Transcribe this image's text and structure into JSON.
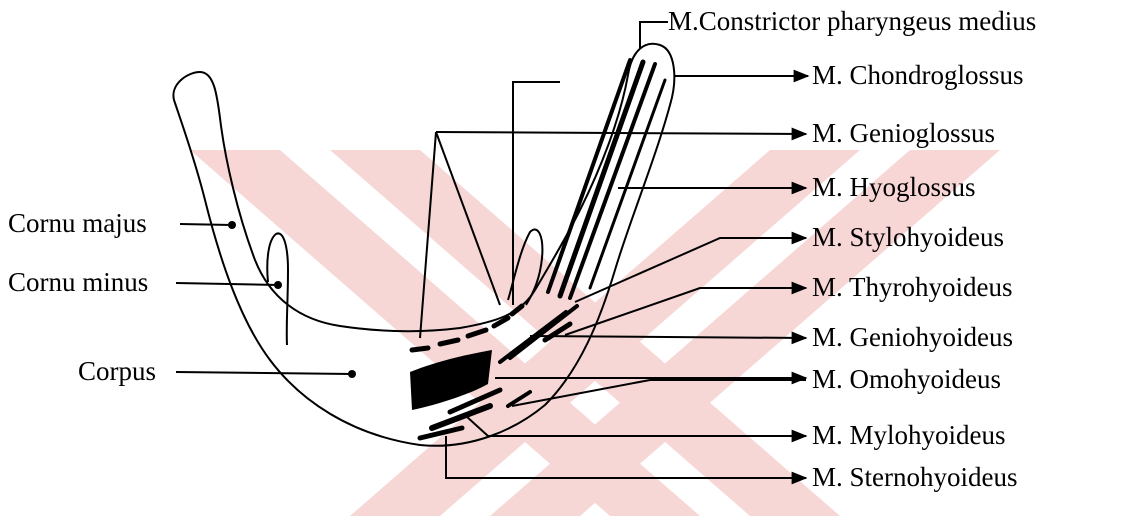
{
  "diagram": {
    "left_labels": {
      "cornu_majus": "Cornu majus",
      "cornu_minus": "Cornu minus",
      "corpus": "Corpus"
    },
    "top_label": "M.Constrictor pharyngeus medius",
    "right_labels": [
      "M. Chondroglossus",
      "M. Genioglossus",
      "M. Hyoglossus",
      "M. Stylohyoideus",
      "M. Thyrohyoideus",
      "M. Geniohyoideus",
      "M. Omohyoideus",
      "M. Mylohyoideus",
      "M. Sternohyoideus"
    ]
  },
  "watermark": {
    "color": "#f6cccc"
  }
}
